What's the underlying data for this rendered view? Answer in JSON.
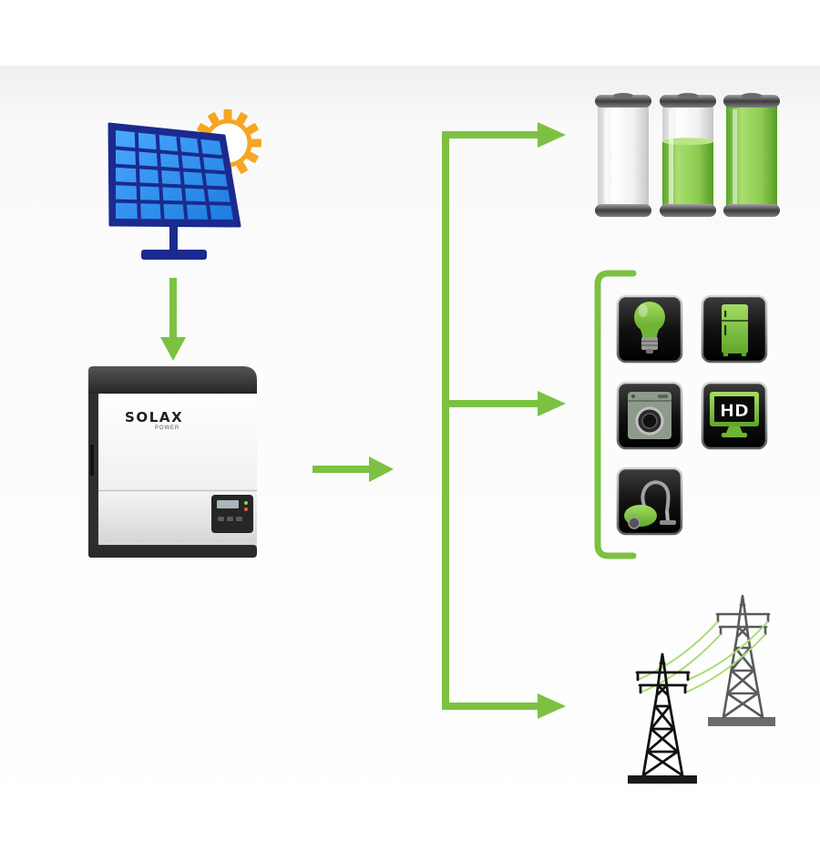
{
  "diagram": {
    "inverter": {
      "brand": "SOLAX",
      "sub_brand": "POWER"
    },
    "appliances": {
      "tv_label": "HD"
    }
  },
  "batteries": {
    "battery_levels": [
      0,
      0.65,
      1
    ]
  },
  "icons": {
    "sun": "sun-icon",
    "solar_panel": "solar-panel-icon",
    "inverter": "inverter-icon",
    "batteries": [
      "battery-empty-icon",
      "battery-half-icon",
      "battery-full-icon"
    ],
    "appliances": [
      "light-bulb-icon",
      "refrigerator-icon",
      "washing-machine-icon",
      "hd-tv-icon",
      "vacuum-cleaner-icon"
    ],
    "grid": "power-grid-towers-icon"
  },
  "colors": {
    "flow_green": "#7cc142",
    "panel_blue": "#2d8ef0",
    "panel_frame": "#1b2a8f",
    "sun_orange": "#f5a623",
    "tile_black": "#0d0d0d",
    "wire_green": "#a8dc74"
  }
}
